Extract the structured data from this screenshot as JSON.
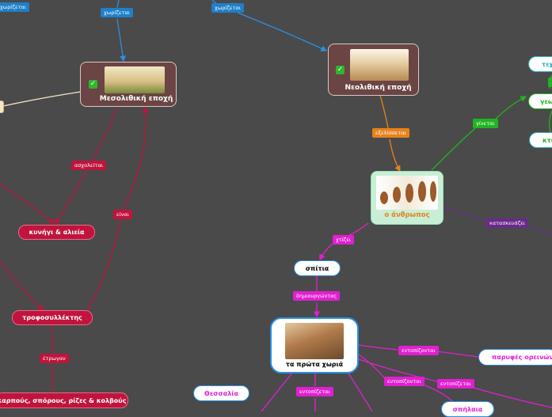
{
  "nodes": {
    "mesolithic": "Μεσολιθική εποχή",
    "neolithic": "Νεολιθική εποχή",
    "human": "ο άνθρωπος",
    "hunting_fishing": "κυνήγι & αλιεία",
    "gatherers": "τροφοσυλλέκτης",
    "fruits": "καρπούς, σπόρους, ρίζες & κολβούς",
    "houses": "σπίτια",
    "first_villages": "τα πρώτα χωριά",
    "mountain_foothills": "παρυφές ορεινών",
    "thessaly": "Θεσσαλία",
    "caves": "σπήλαια",
    "right_top": "τεχ",
    "right_mid": "γεω",
    "right_low": "κτη"
  },
  "labels": {
    "divided_top_left": "χωρίζεται",
    "divided_1": "χωρίζεται",
    "divided_2": "χωρίζεται",
    "engaged": "ασχολείται",
    "is": "είναι",
    "collected": "έτρωγαν",
    "evolved": "εξελίσσεται",
    "becomes": "γίνεται",
    "builds": "κατασκευάζει",
    "builds_houses": "χτίζει",
    "creating": "δημιουργώντας",
    "located_1": "εντοπίζονται",
    "located_2": "εντοπίζονται",
    "located_3": "εντοπίζεται",
    "located_4": "εντοπίζεται"
  },
  "colors": {
    "background": "#4a4a4a",
    "blue": "#2a8fe0",
    "red": "#c0143c",
    "orange": "#e8821b",
    "green": "#22b322",
    "purple": "#6a2a8a",
    "magenta": "#e020d0"
  }
}
